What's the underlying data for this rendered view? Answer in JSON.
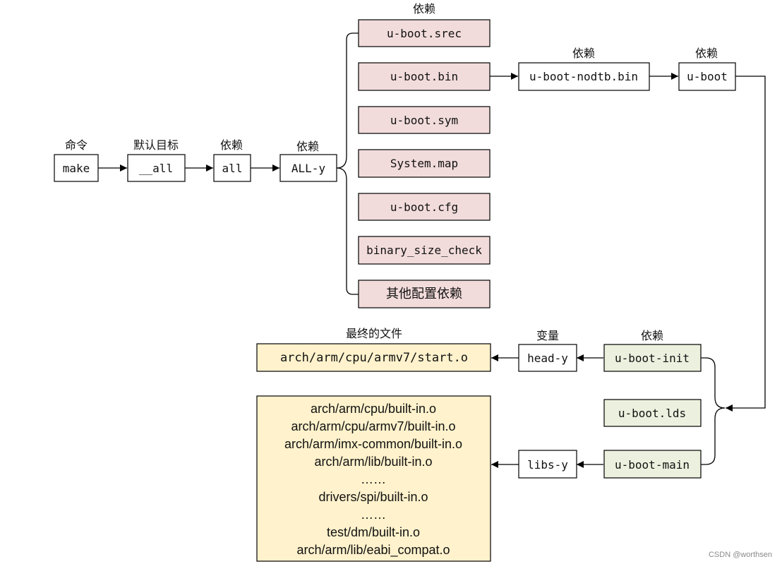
{
  "colors": {
    "pink": "#f2dcdb",
    "green": "#ebf1de",
    "yellow": "#fff2cc",
    "white": "#ffffff"
  },
  "labels": {
    "command": "命令",
    "default_target": "默认目标",
    "dep_all": "依赖",
    "dep_ally": "依赖",
    "dep_top": "依赖",
    "dep_nodtb": "依赖",
    "dep_uboot": "依赖",
    "dep_init": "依赖",
    "variable": "变量",
    "final_file": "最终的文件"
  },
  "nodes": {
    "make": "make",
    "all_default": "__all",
    "all": "all",
    "all_y": "ALL-y",
    "srec": "u-boot.srec",
    "bin": "u-boot.bin",
    "sym": "u-boot.sym",
    "system_map": "System.map",
    "cfg": "u-boot.cfg",
    "size_check": "binary_size_check",
    "other_deps": "其他配置依赖",
    "nodtb_bin": "u-boot-nodtb.bin",
    "uboot": "u-boot",
    "uboot_init": "u-boot-init",
    "uboot_lds": "u-boot.lds",
    "uboot_main": "u-boot-main",
    "head_y": "head-y",
    "libs_y": "libs-y",
    "start_o": "arch/arm/cpu/armv7/start.o"
  },
  "libs_list": [
    "arch/arm/cpu/built-in.o",
    "arch/arm/cpu/armv7/built-in.o",
    "arch/arm/imx-common/built-in.o",
    "arch/arm/lib/built-in.o",
    "……",
    "drivers/spi/built-in.o",
    "……",
    "test/dm/built-in.o",
    "arch/arm/lib/eabi_compat.o"
  ],
  "watermark": "CSDN @worthsen"
}
